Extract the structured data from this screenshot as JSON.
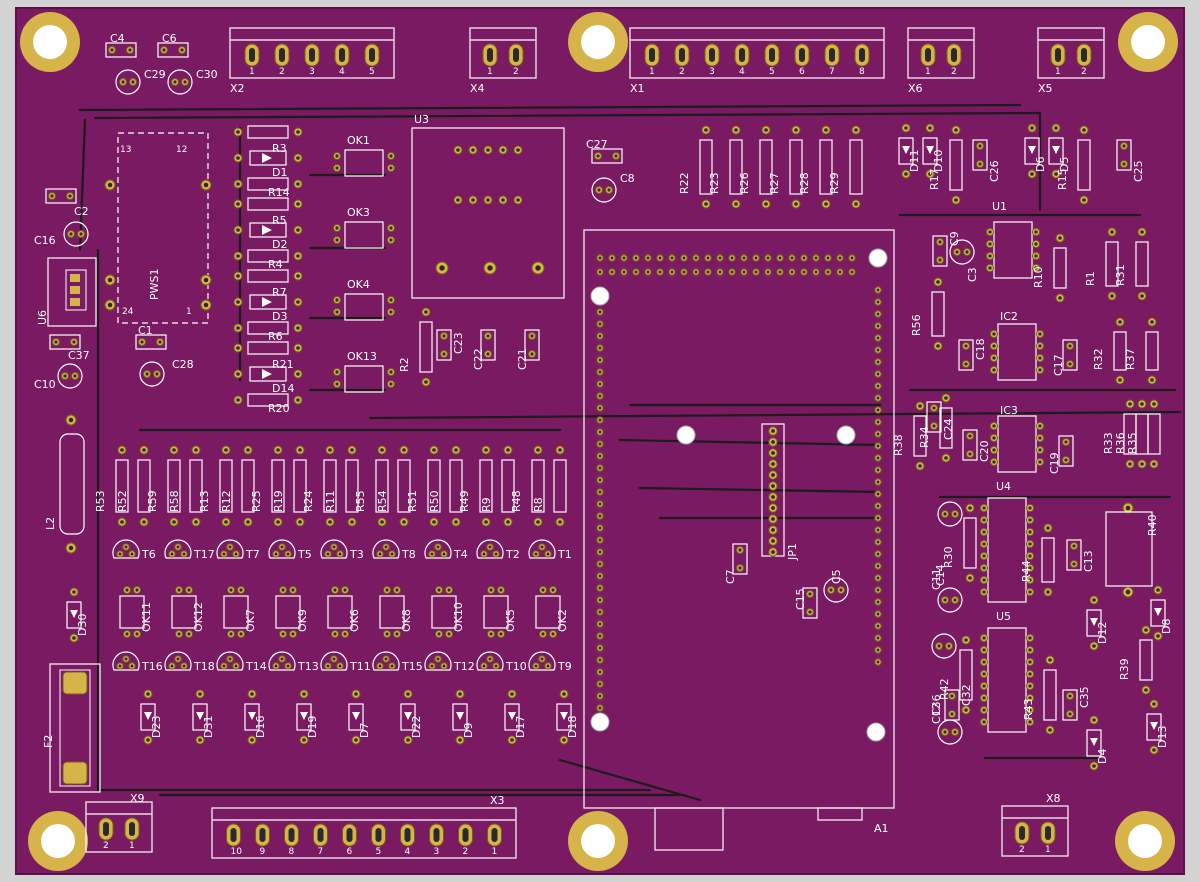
{
  "colors": {
    "board": "#7a1a62",
    "board_edge": "#5c0f48",
    "background": "#d3d3d3",
    "silk": "#ffffff",
    "pad": "#d6b44a",
    "trace": "#1c1c1c"
  },
  "connectors": {
    "x2": {
      "ref": "X2",
      "pins": [
        "1",
        "2",
        "3",
        "4",
        "5"
      ]
    },
    "x4": {
      "ref": "X4",
      "pins": [
        "1",
        "2"
      ]
    },
    "x1": {
      "ref": "X1",
      "pins": [
        "1",
        "2",
        "3",
        "4",
        "5",
        "6",
        "7",
        "8"
      ]
    },
    "x6": {
      "ref": "X6",
      "pins": [
        "1",
        "2"
      ]
    },
    "x5": {
      "ref": "X5",
      "pins": [
        "1",
        "2"
      ]
    },
    "x9": {
      "ref": "X9",
      "pins": [
        "2",
        "1"
      ]
    },
    "x3": {
      "ref": "X3",
      "pins": [
        "10",
        "9",
        "8",
        "7",
        "6",
        "5",
        "4",
        "3",
        "2",
        "1"
      ]
    },
    "x8": {
      "ref": "X8",
      "pins": [
        "2",
        "1"
      ]
    }
  },
  "modules": {
    "pws1": {
      "ref": "PWS1",
      "pin_top_left": "13",
      "pin_top_right": "12",
      "pin_bottom_left": "24",
      "pin_bottom_right": "1"
    },
    "u3": {
      "ref": "U3"
    },
    "a1": {
      "ref": "A1"
    },
    "jp1": {
      "ref": "JP1"
    },
    "u6": {
      "ref": "U6"
    },
    "f2": {
      "ref": "F2"
    },
    "l2": {
      "ref": "L2"
    }
  },
  "top_caps": [
    "C4",
    "C6",
    "C29",
    "C30",
    "C27",
    "C8"
  ],
  "left_parts": [
    "C2",
    "C16",
    "C1",
    "C28",
    "C37",
    "C10",
    "D30"
  ],
  "optocouplers_upper": [
    {
      "ok": "OK1",
      "r1": "R3",
      "d": "D1",
      "r2": "R14"
    },
    {
      "ok": "OK3",
      "r1": "R5",
      "d": "D2",
      "r2": "R4"
    },
    {
      "ok": "OK4",
      "r1": "R7",
      "d": "D3",
      "r2": "R6"
    },
    {
      "ok": "OK13",
      "r1": "R21",
      "d": "D14",
      "r2": "R20"
    }
  ],
  "middle_parts": [
    "R2",
    "C23",
    "C22",
    "C21"
  ],
  "resistor_bank_top": [
    "R22",
    "R23",
    "R26",
    "R27",
    "R28",
    "R29"
  ],
  "diode_group_top": [
    "D11",
    "D10",
    "R17",
    "C26",
    "D6",
    "D5",
    "R15",
    "C25"
  ],
  "right_ic_labels": [
    "U1",
    "IC2",
    "IC3",
    "U4",
    "U5"
  ],
  "right_parts": [
    "C9",
    "C3",
    "R10",
    "R1",
    "R31",
    "R56",
    "C18",
    "C17",
    "R32",
    "R37",
    "R38",
    "C24",
    "R34",
    "C20",
    "C19",
    "R33",
    "R36",
    "R35",
    "C14",
    "R30",
    "R44",
    "C13",
    "R40",
    "D12",
    "D8",
    "R39",
    "C36",
    "R42",
    "C32",
    "R43",
    "C35",
    "D4",
    "D13",
    "C7",
    "C15",
    "C5",
    "C11",
    "C12"
  ],
  "resistor_pairs": [
    {
      "a": "R53",
      "b": "R52"
    },
    {
      "a": "R59",
      "b": "R58"
    },
    {
      "a": "R13",
      "b": "R12"
    },
    {
      "a": "R25",
      "b": "R19"
    },
    {
      "a": "R24",
      "b": "R11"
    },
    {
      "a": "R55",
      "b": "R54"
    },
    {
      "a": "R51",
      "b": "R50"
    },
    {
      "a": "R49",
      "b": "R9"
    },
    {
      "a": "R48",
      "b": "R8"
    }
  ],
  "transistors_upper": [
    "T6",
    "T17",
    "T7",
    "T5",
    "T3",
    "T8",
    "T4",
    "T2",
    "T1"
  ],
  "optos_lower": [
    "OK11",
    "OK12",
    "OK7",
    "OK9",
    "OK6",
    "OK8",
    "OK10",
    "OK5",
    "OK2"
  ],
  "transistors_lower": [
    "T16",
    "T18",
    "T14",
    "T13",
    "T11",
    "T15",
    "T12",
    "T10",
    "T9"
  ],
  "diodes_bottom": [
    "D23",
    "D31",
    "D16",
    "D19",
    "D7",
    "D22",
    "D9",
    "D17",
    "D18"
  ]
}
